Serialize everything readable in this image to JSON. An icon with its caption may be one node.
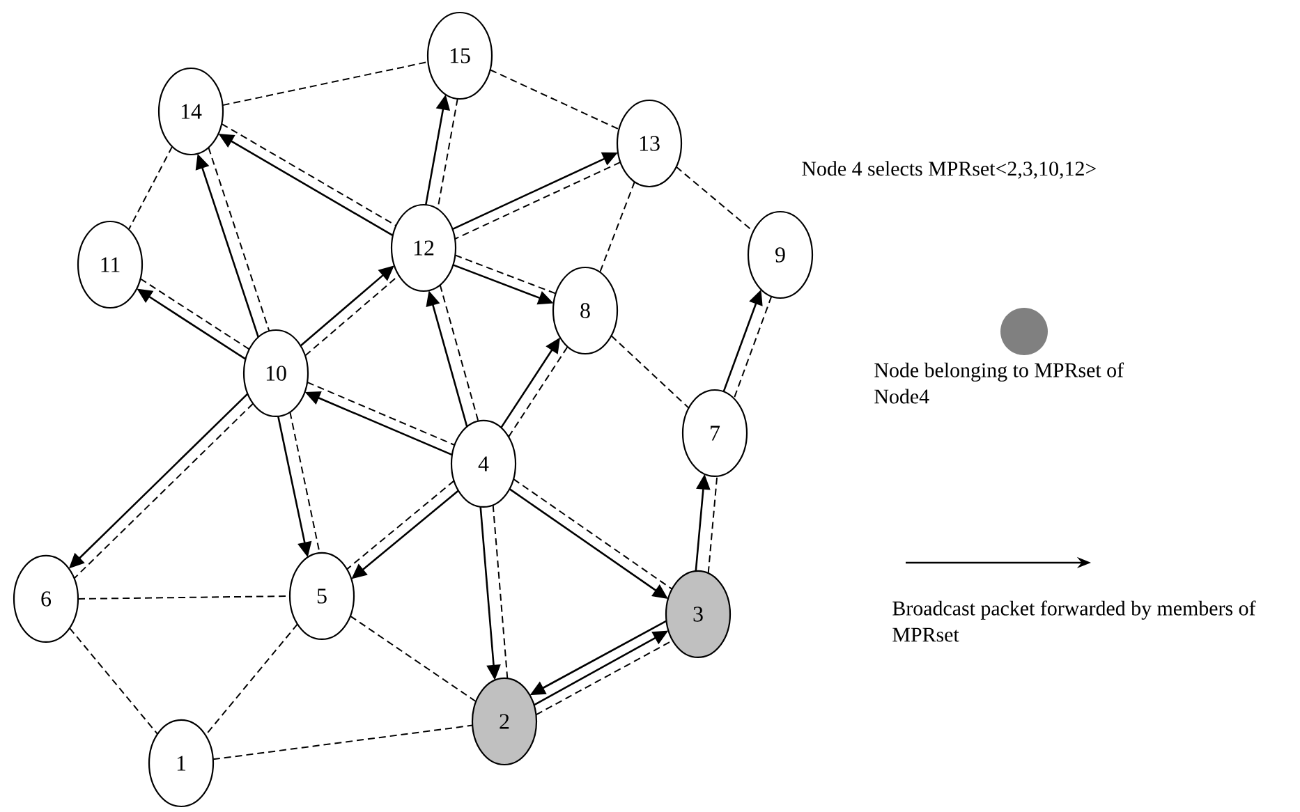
{
  "diagram": {
    "nodes": [
      {
        "text": [
          "1"
        ]
      },
      {
        "text": [
          "2"
        ]
      },
      {
        "text": [
          "3"
        ]
      },
      {
        "text": [
          "4"
        ]
      },
      {
        "text": [
          "5"
        ]
      },
      {
        "text": [
          "6"
        ]
      },
      {
        "text": [
          "7"
        ]
      },
      {
        "text": [
          "8"
        ]
      },
      {
        "text": [
          "9"
        ]
      },
      {
        "text": [
          "10"
        ]
      },
      {
        "text": [
          "11"
        ]
      },
      {
        "text": [
          "12"
        ]
      },
      {
        "text": [
          "13"
        ]
      },
      {
        "text": [
          "14"
        ]
      },
      {
        "text": [
          "15"
        ]
      }
    ],
    "edges": [
      {
        "from": 13,
        "to": 14,
        "arrow": "none",
        "style": "dashed"
      },
      {
        "from": 14,
        "to": 12,
        "arrow": "none",
        "style": "dashed"
      },
      {
        "from": 13,
        "to": 10,
        "arrow": "none",
        "style": "dashed"
      },
      {
        "from": 13,
        "to": 11,
        "arrow": "none",
        "style": "dashed"
      },
      {
        "from": 13,
        "to": 9,
        "arrow": "none",
        "style": "dashed"
      },
      {
        "from": 14,
        "to": 11,
        "arrow": "none",
        "style": "dashed"
      },
      {
        "from": 12,
        "to": 11,
        "arrow": "none",
        "style": "dashed"
      },
      {
        "from": 12,
        "to": 7,
        "arrow": "none",
        "style": "dashed"
      },
      {
        "from": 12,
        "to": 8,
        "arrow": "none",
        "style": "dashed"
      },
      {
        "from": 10,
        "to": 9,
        "arrow": "none",
        "style": "dashed"
      },
      {
        "from": 9,
        "to": 11,
        "arrow": "none",
        "style": "dashed"
      },
      {
        "from": 11,
        "to": 7,
        "arrow": "none",
        "style": "dashed"
      },
      {
        "from": 11,
        "to": 3,
        "arrow": "none",
        "style": "dashed"
      },
      {
        "from": 9,
        "to": 3,
        "arrow": "none",
        "style": "dashed"
      },
      {
        "from": 3,
        "to": 7,
        "arrow": "none",
        "style": "dashed"
      },
      {
        "from": 7,
        "to": 6,
        "arrow": "none",
        "style": "dashed"
      },
      {
        "from": 8,
        "to": 6,
        "arrow": "none",
        "style": "dashed"
      },
      {
        "from": 9,
        "to": 5,
        "arrow": "none",
        "style": "dashed"
      },
      {
        "from": 9,
        "to": 4,
        "arrow": "none",
        "style": "dashed"
      },
      {
        "from": 3,
        "to": 4,
        "arrow": "none",
        "style": "dashed"
      },
      {
        "from": 5,
        "to": 4,
        "arrow": "none",
        "style": "dashed"
      },
      {
        "from": 5,
        "to": 0,
        "arrow": "none",
        "style": "dashed"
      },
      {
        "from": 4,
        "to": 0,
        "arrow": "none",
        "style": "dashed"
      },
      {
        "from": 4,
        "to": 1,
        "arrow": "none",
        "style": "dashed"
      },
      {
        "from": 0,
        "to": 1,
        "arrow": "none",
        "style": "dashed"
      },
      {
        "from": 3,
        "to": 1,
        "arrow": "none",
        "style": "dashed"
      },
      {
        "from": 3,
        "to": 2,
        "arrow": "none",
        "style": "dashed"
      },
      {
        "from": 1,
        "to": 2,
        "arrow": "none",
        "style": "dashed"
      },
      {
        "from": 2,
        "to": 6,
        "arrow": "none",
        "style": "dashed"
      },
      {
        "from": 11,
        "to": 13,
        "arrow": "to"
      },
      {
        "from": 9,
        "to": 13,
        "arrow": "to"
      },
      {
        "from": 11,
        "to": 14,
        "arrow": "to"
      },
      {
        "from": 11,
        "to": 12,
        "arrow": "to"
      },
      {
        "from": 11,
        "to": 7,
        "arrow": "to"
      },
      {
        "from": 3,
        "to": 11,
        "arrow": "to"
      },
      {
        "from": 3,
        "to": 9,
        "arrow": "to"
      },
      {
        "from": 9,
        "to": 10,
        "arrow": "to"
      },
      {
        "from": 9,
        "to": 11,
        "arrow": "to"
      },
      {
        "from": 3,
        "to": 7,
        "arrow": "to"
      },
      {
        "from": 9,
        "to": 5,
        "arrow": "to"
      },
      {
        "from": 9,
        "to": 4,
        "arrow": "to"
      },
      {
        "from": 3,
        "to": 4,
        "arrow": "to"
      },
      {
        "from": 3,
        "to": 1,
        "arrow": "to"
      },
      {
        "from": 3,
        "to": 2,
        "arrow": "to"
      },
      {
        "from": 1,
        "to": 2,
        "arrow": "to"
      },
      {
        "from": 2,
        "to": 1,
        "arrow": "to"
      },
      {
        "from": 2,
        "to": 6,
        "arrow": "to"
      },
      {
        "from": 6,
        "to": 8,
        "arrow": "to"
      }
    ],
    "labels": [
      "Node 4 selects MPRset<2,3,10,12>"
    ],
    "legend": [
      {
        "text": "Node belonging to MPRset of Node4",
        "color": "#808080"
      },
      {
        "text": "Broadcast packet forwarded by members of MPRset"
      }
    ]
  }
}
